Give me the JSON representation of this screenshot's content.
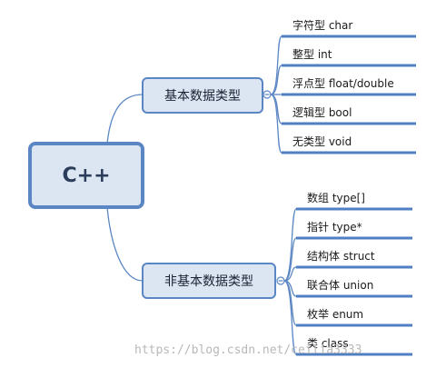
{
  "root": {
    "label": "C++"
  },
  "branches": [
    {
      "label": "基本数据类型",
      "items": [
        {
          "name": "字符型",
          "type": "char"
        },
        {
          "name": "整型",
          "type": "int"
        },
        {
          "name": "浮点型",
          "type": "float/double"
        },
        {
          "name": "逻辑型",
          "type": "bool"
        },
        {
          "name": "无类型",
          "type": "void"
        }
      ]
    },
    {
      "label": "非基本数据类型",
      "items": [
        {
          "name": "数组",
          "type": "type[]"
        },
        {
          "name": "指针",
          "type": "type*"
        },
        {
          "name": "结构体",
          "type": "struct"
        },
        {
          "name": "联合体",
          "type": "union"
        },
        {
          "name": "枚举",
          "type": "enum"
        },
        {
          "name": "类",
          "type": "class"
        }
      ]
    }
  ],
  "watermark": "https://blog.csdn.net/ceilia3333",
  "colors": {
    "accent": "#5a86c3",
    "box_fill": "#dce6f2"
  }
}
